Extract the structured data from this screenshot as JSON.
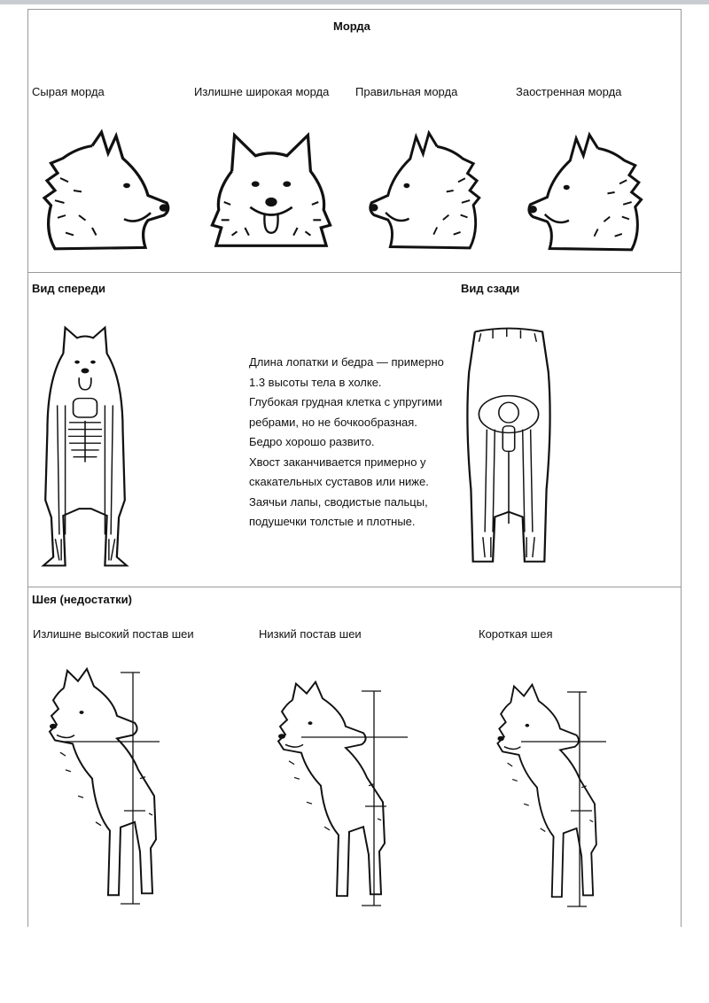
{
  "section_muzzle": {
    "title": "Морда",
    "labels": [
      "Сырая морда",
      "Излишне широкая морда",
      "Правильная морда",
      "Заостренная морда"
    ]
  },
  "section_front_rear": {
    "front_title": "Вид спереди",
    "rear_title": "Вид сзади",
    "description": [
      "Длина лопатки и бедра — примерно",
      "1.3 высоты тела в холке.",
      "Глубокая грудная клетка с упругими",
      "ребрами, но не бочкообразная.",
      "Бедро хорошо развито.",
      "Хвост заканчивается примерно у",
      "скакательных суставов или ниже.",
      "Заячьи лапы, сводистые пальцы,",
      "подушечки толстые и плотные."
    ]
  },
  "section_neck": {
    "title": "Шея (недостатки)",
    "labels": [
      "Излишне высокий постав шеи",
      "Низкий постав шеи",
      "Короткая шея"
    ]
  }
}
